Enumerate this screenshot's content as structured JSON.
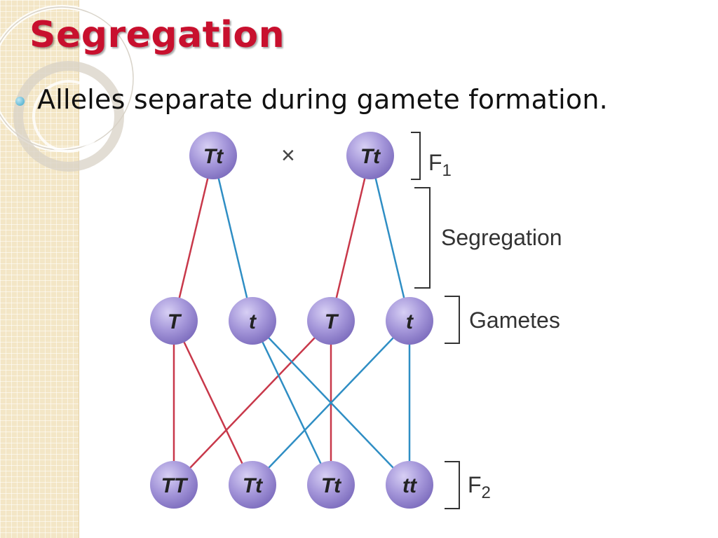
{
  "slide": {
    "title": "Segregation",
    "bullet": "Alleles separate during gamete formation.",
    "colors": {
      "title": "#c8102e",
      "panel": "#f3e6c6",
      "bullet": "#3aa6c8"
    }
  },
  "diagram": {
    "cross_symbol": "×",
    "colors": {
      "node_fill": "#9d8fd4",
      "dominant_line": "#c8384a",
      "recessive_line": "#2f8ec4",
      "bracket": "#333333"
    },
    "parents": [
      {
        "id": "p1",
        "label": "Tt"
      },
      {
        "id": "p2",
        "label": "Tt"
      }
    ],
    "gametes": [
      {
        "id": "g1",
        "label": "T"
      },
      {
        "id": "g2",
        "label": "t"
      },
      {
        "id": "g3",
        "label": "T"
      },
      {
        "id": "g4",
        "label": "t"
      }
    ],
    "offspring": [
      {
        "id": "o1",
        "label": "TT"
      },
      {
        "id": "o2",
        "label": "Tt"
      },
      {
        "id": "o3",
        "label": "Tt"
      },
      {
        "id": "o4",
        "label": "tt"
      }
    ],
    "edges": [
      {
        "from": "p1",
        "to": "g1",
        "allele": "dominant"
      },
      {
        "from": "p1",
        "to": "g2",
        "allele": "recessive"
      },
      {
        "from": "p2",
        "to": "g3",
        "allele": "dominant"
      },
      {
        "from": "p2",
        "to": "g4",
        "allele": "recessive"
      },
      {
        "from": "g1",
        "to": "o1",
        "allele": "dominant"
      },
      {
        "from": "g1",
        "to": "o2",
        "allele": "dominant"
      },
      {
        "from": "g3",
        "to": "o1",
        "allele": "dominant"
      },
      {
        "from": "g3",
        "to": "o3",
        "allele": "dominant"
      },
      {
        "from": "g2",
        "to": "o3",
        "allele": "recessive"
      },
      {
        "from": "g2",
        "to": "o4",
        "allele": "recessive"
      },
      {
        "from": "g4",
        "to": "o2",
        "allele": "recessive"
      },
      {
        "from": "g4",
        "to": "o4",
        "allele": "recessive"
      }
    ],
    "generation_labels": {
      "f1": {
        "letter": "F",
        "sub": "1"
      },
      "segregation": "Segregation",
      "gametes": "Gametes",
      "f2": {
        "letter": "F",
        "sub": "2"
      }
    }
  }
}
